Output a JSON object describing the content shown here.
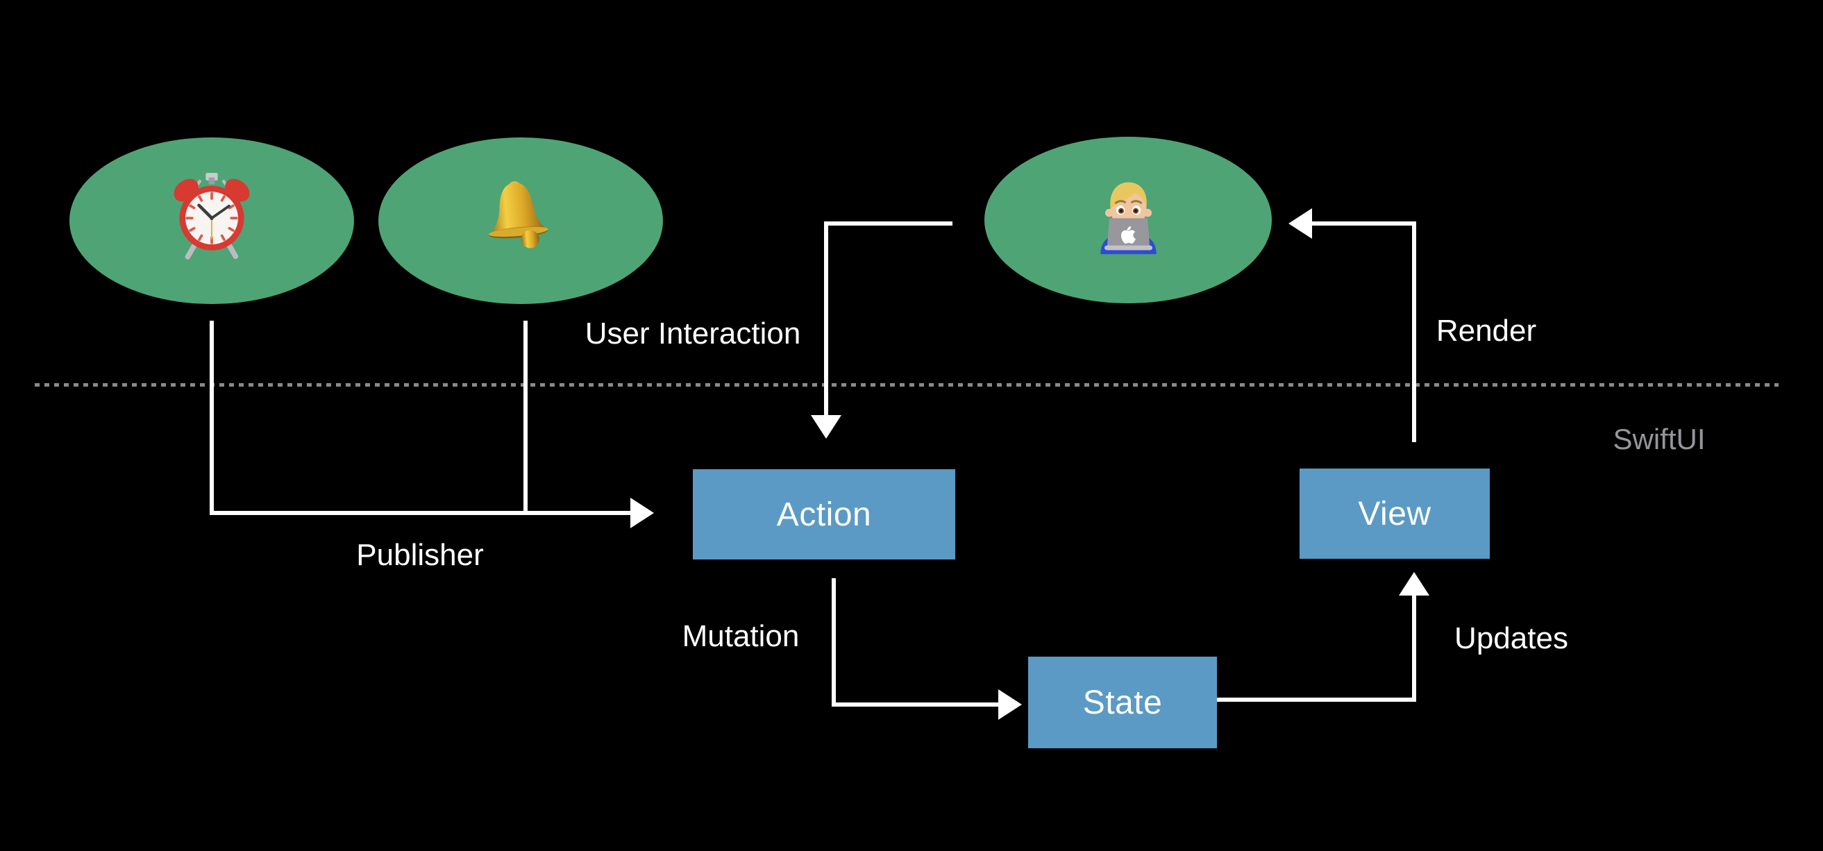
{
  "colors": {
    "background": "#000000",
    "ellipse_green": "#4EA475",
    "box_blue": "#5B9AC4",
    "line_white": "#FFFFFF",
    "divider_gray": "#8A8A8A",
    "muted_gray": "#95959A"
  },
  "icons": {
    "publisher_1": "alarm-clock-emoji",
    "publisher_2": "bell-emoji",
    "user": "man-technologist-emoji"
  },
  "boxes": {
    "action": {
      "label": "Action"
    },
    "state": {
      "label": "State"
    },
    "view": {
      "label": "View"
    }
  },
  "labels": {
    "user_interaction": "User Interaction",
    "render": "Render",
    "publisher": "Publisher",
    "mutation": "Mutation",
    "updates": "Updates"
  },
  "framework_label": "SwiftUI"
}
